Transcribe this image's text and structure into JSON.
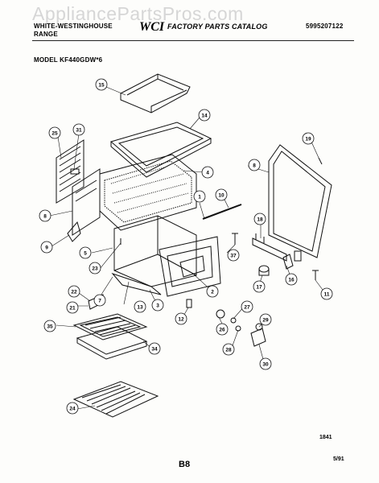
{
  "watermark": "AppliancePartsPros.com",
  "header": {
    "brand": "WHITE-WESTINGHOUSE",
    "product": "RANGE",
    "catalog_title": "FACTORY PARTS CATALOG",
    "logo_text": "WCI",
    "doc_number": "5995207122"
  },
  "model": "MODEL KF440GDW*6",
  "diagram": {
    "callouts": [
      "15",
      "14",
      "25",
      "31",
      "4",
      "8",
      "1",
      "10",
      "18",
      "19",
      "9",
      "5",
      "23",
      "37",
      "2",
      "22",
      "21",
      "7",
      "13",
      "3",
      "12",
      "17",
      "16",
      "11",
      "27",
      "26",
      "29",
      "35",
      "34",
      "28",
      "30",
      "24"
    ]
  },
  "footer": {
    "code": "1841",
    "page": "B8",
    "date": "5/91"
  }
}
